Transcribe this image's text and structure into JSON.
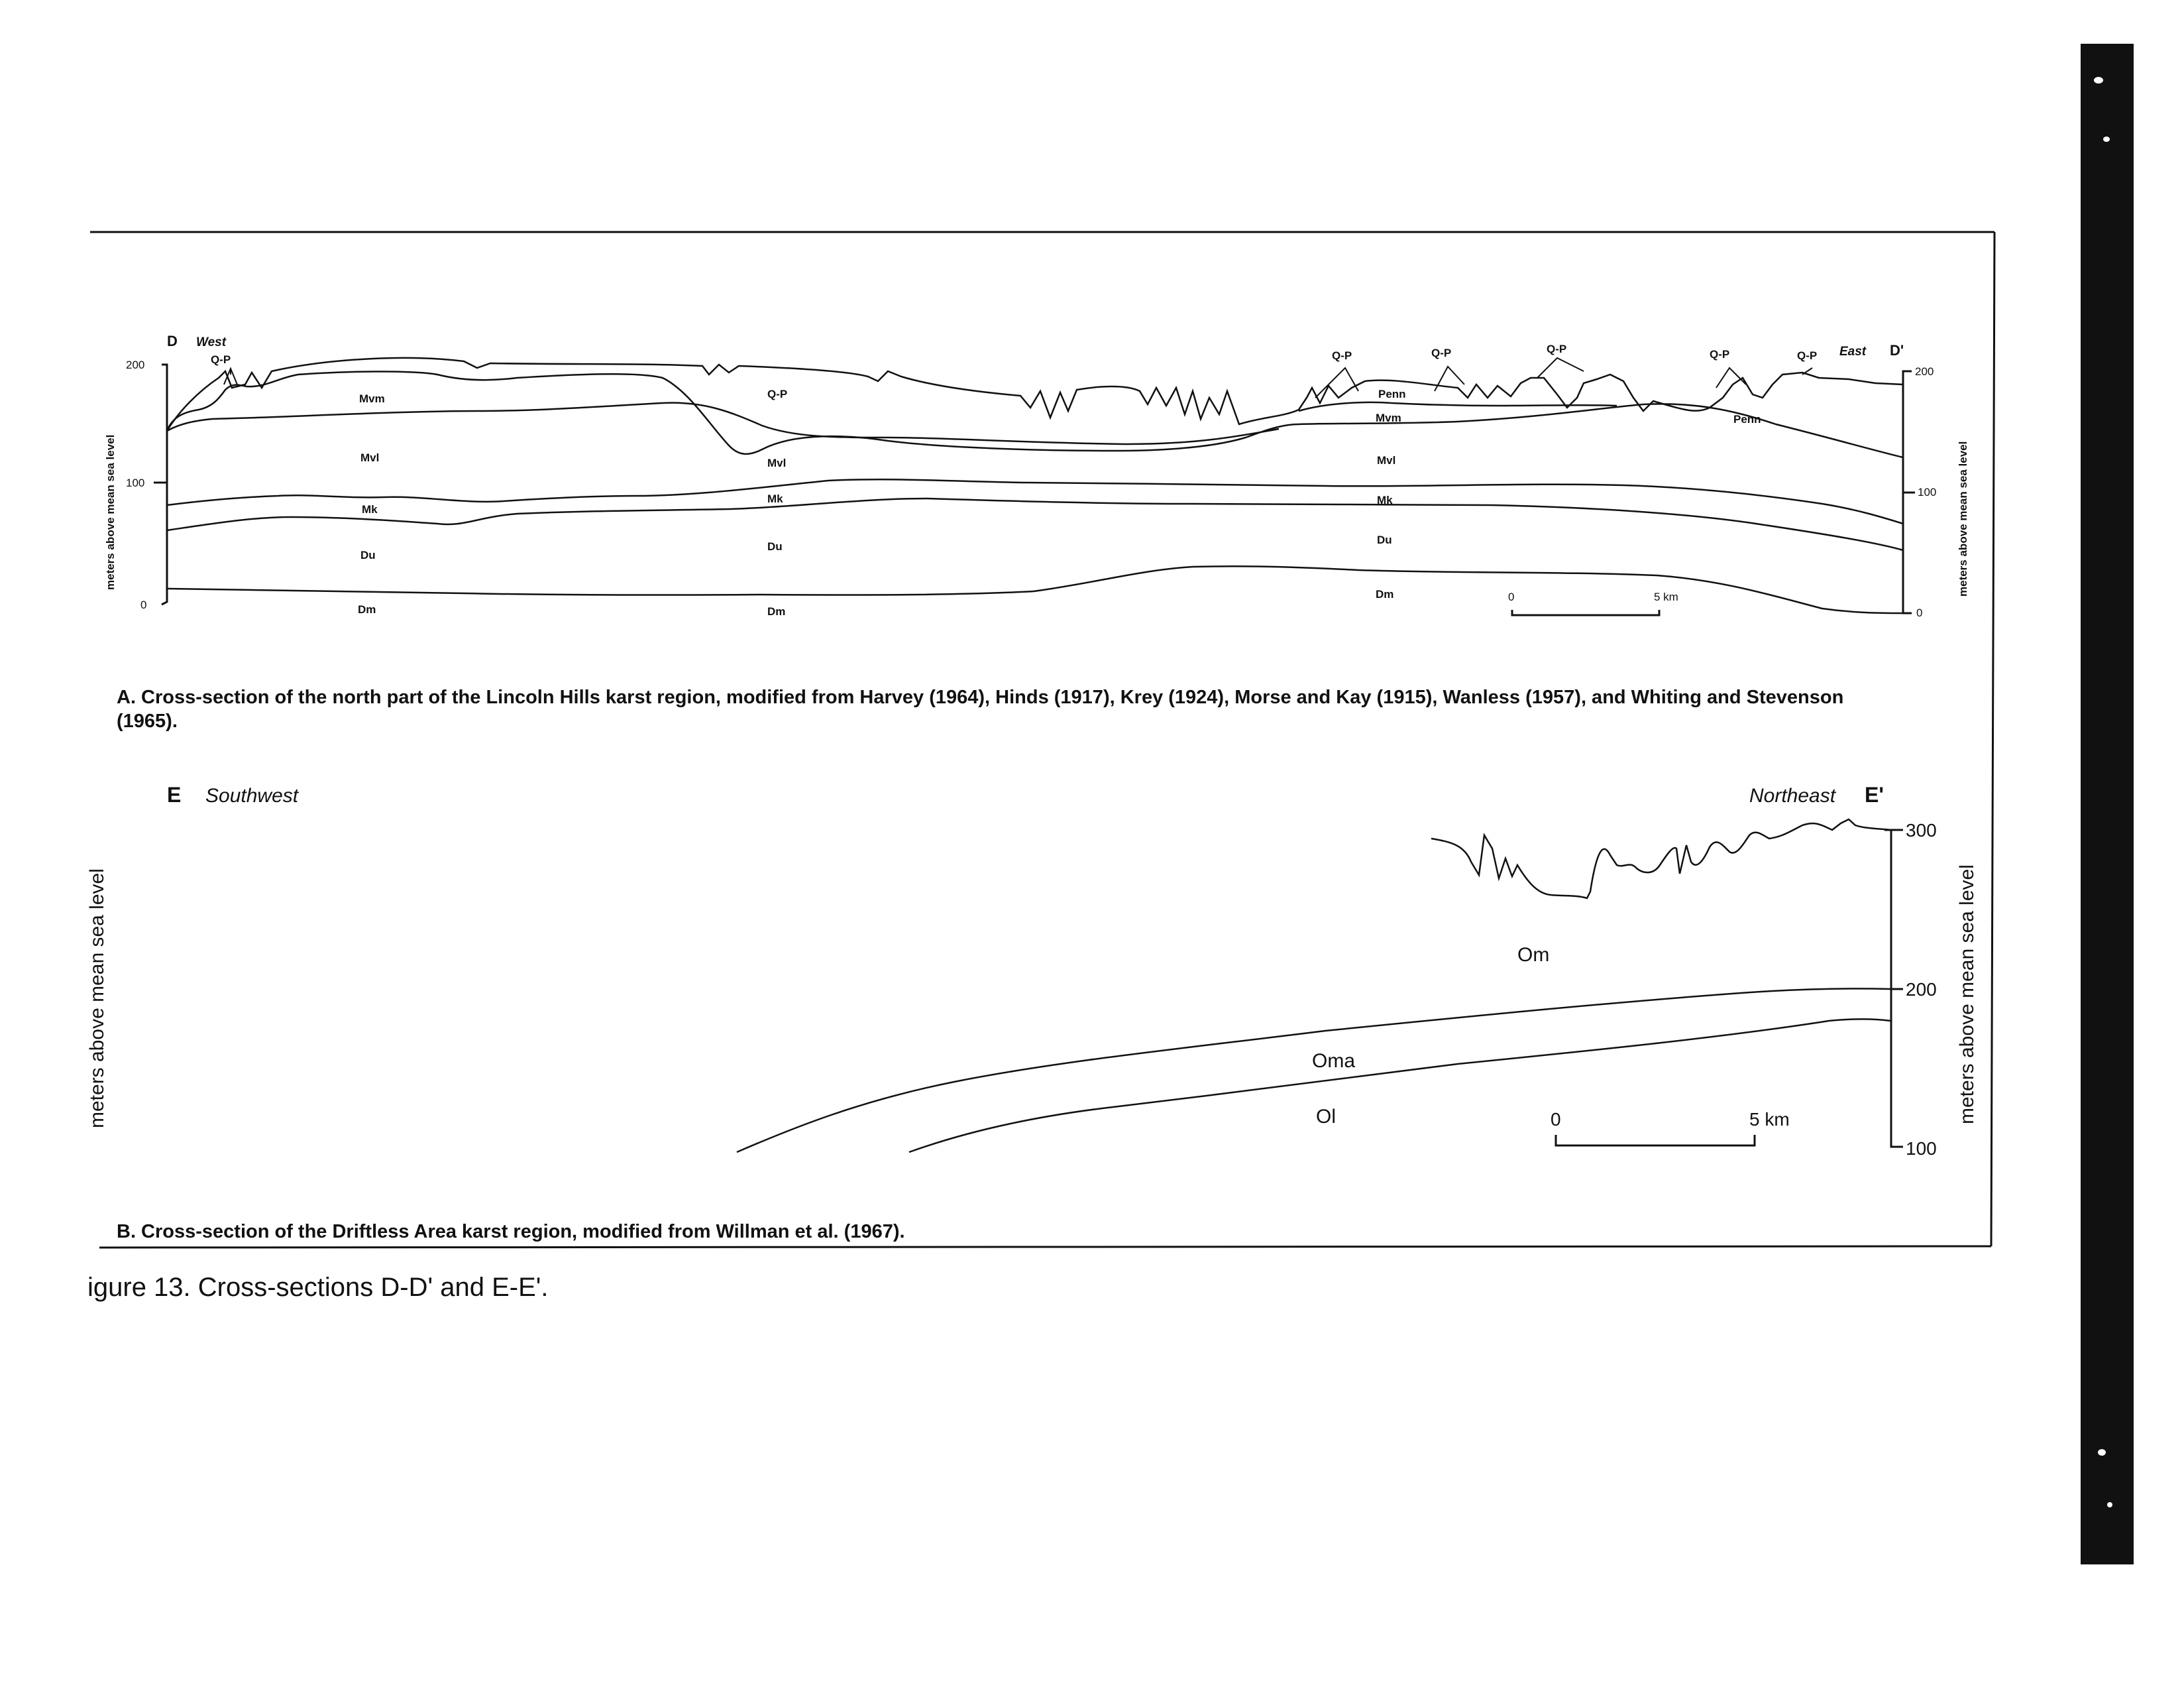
{
  "figure_title": "igure 13.  Cross-sections D-D' and E-E'.",
  "panel_a": {
    "end_left": "D",
    "end_right": "D'",
    "direction_left": "West",
    "direction_right": "East",
    "y_axis_label": "meters above mean sea level",
    "left_ticks": [
      "200",
      "100",
      "0"
    ],
    "right_ticks": [
      "200",
      "100",
      "0"
    ],
    "units": {
      "qp": "Q-P",
      "mvm": "Mvm",
      "mvl": "Mvl",
      "mk": "Mk",
      "du": "Du",
      "dm": "Dm",
      "penn": "Penn"
    },
    "scale_bar": {
      "start": "0",
      "end": "5 km"
    },
    "caption": "A.  Cross-section of the north part of the Lincoln Hills karst region, modified from Harvey (1964), Hinds (1917), Krey (1924), Morse and Kay (1915), Wanless (1957), and Whiting and Stevenson (1965)."
  },
  "panel_b": {
    "end_left": "E",
    "end_right": "E'",
    "direction_left": "Southwest",
    "direction_right": "Northeast",
    "y_axis_label": "meters above mean sea level",
    "right_ticks": [
      "300",
      "200",
      "100"
    ],
    "units": {
      "om": "Om",
      "oma": "Oma",
      "ol": "Ol"
    },
    "scale_bar": {
      "start": "0",
      "end": "5 km"
    },
    "caption": "B.  Cross-section of the Driftless Area karst region, modified from Willman et al. (1967)."
  },
  "colors": {
    "ink": "#111111",
    "paper": "#ffffff"
  }
}
